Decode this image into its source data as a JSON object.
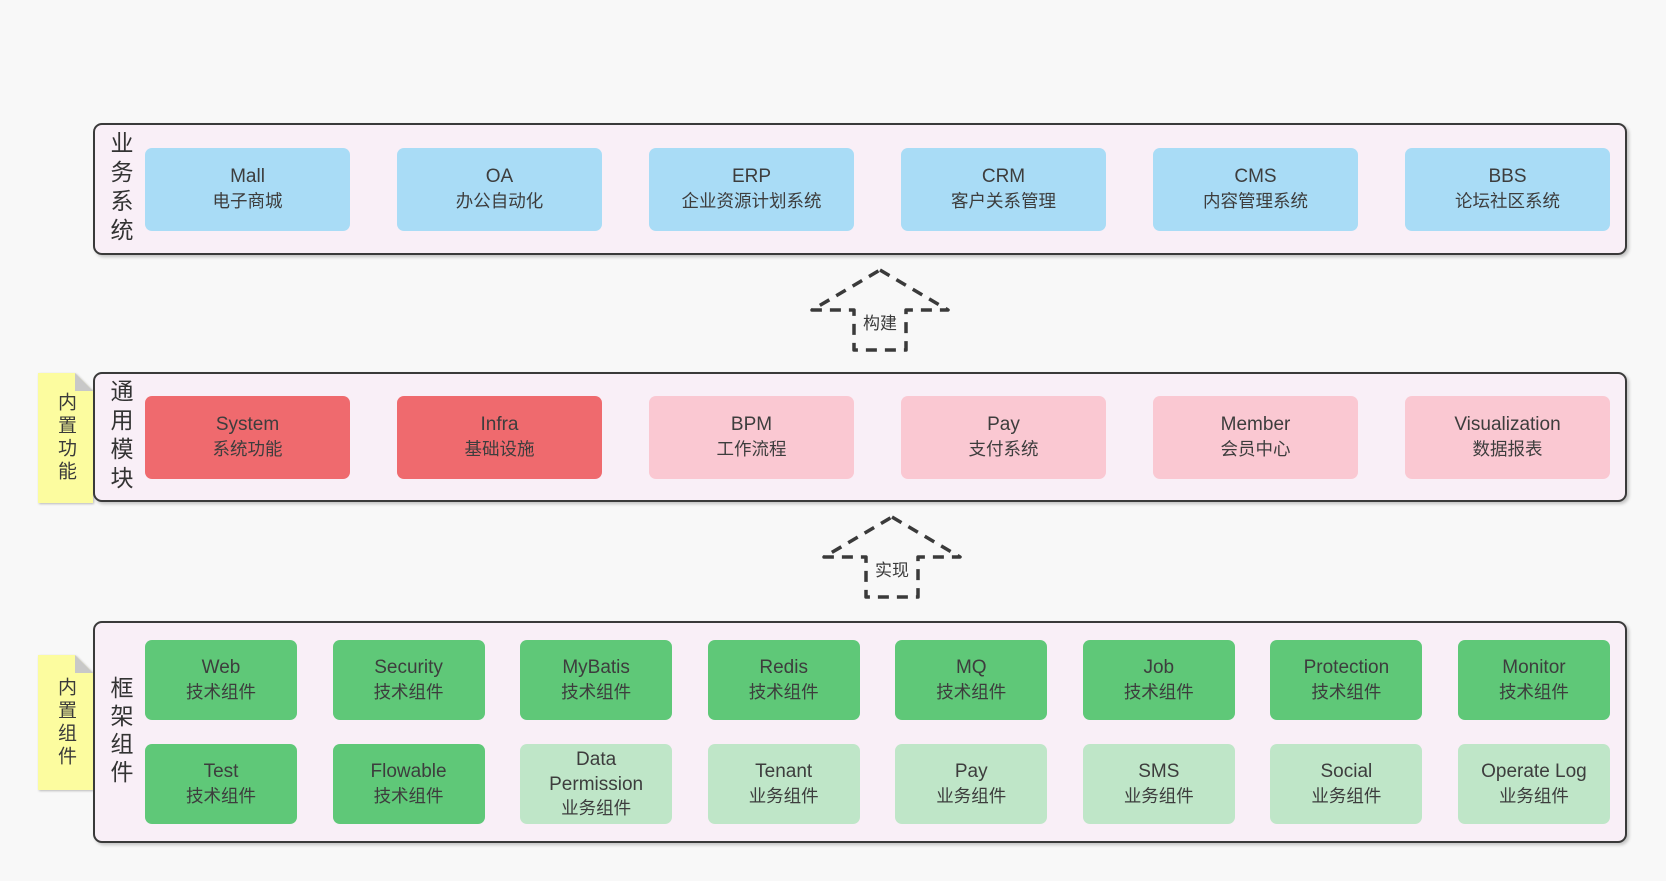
{
  "colors": {
    "page_bg": "#f8f8f8",
    "container_bg": "#f9eff7",
    "container_border": "#3a3a3a",
    "blue": "#a9dcf6",
    "red": "#ef6a6e",
    "pink": "#fac8d2",
    "green_dark": "#5fc878",
    "green_light": "#bfe6c8",
    "note_yellow": "#fcfc9f",
    "note_fold": "#c8c8c8",
    "text": "#3d3d3d"
  },
  "layers": {
    "business": {
      "label": "业务系统",
      "rows": [
        [
          {
            "title": "Mall",
            "subtitle": "电子商城",
            "variant": "blue"
          },
          {
            "title": "OA",
            "subtitle": "办公自动化",
            "variant": "blue"
          },
          {
            "title": "ERP",
            "subtitle": "企业资源计划系统",
            "variant": "blue"
          },
          {
            "title": "CRM",
            "subtitle": "客户关系管理",
            "variant": "blue"
          },
          {
            "title": "CMS",
            "subtitle": "内容管理系统",
            "variant": "blue"
          },
          {
            "title": "BBS",
            "subtitle": "论坛社区系统",
            "variant": "blue"
          }
        ]
      ]
    },
    "modules": {
      "label": "通用模块",
      "note": "内置功能",
      "rows": [
        [
          {
            "title": "System",
            "subtitle": "系统功能",
            "variant": "red"
          },
          {
            "title": "Infra",
            "subtitle": "基础设施",
            "variant": "red"
          },
          {
            "title": "BPM",
            "subtitle": "工作流程",
            "variant": "pink"
          },
          {
            "title": "Pay",
            "subtitle": "支付系统",
            "variant": "pink"
          },
          {
            "title": "Member",
            "subtitle": "会员中心",
            "variant": "pink"
          },
          {
            "title": "Visualization",
            "subtitle": "数据报表",
            "variant": "pink"
          }
        ]
      ]
    },
    "framework": {
      "label": "框架组件",
      "note": "内置组件",
      "rows": [
        [
          {
            "title": "Web",
            "subtitle": "技术组件",
            "variant": "green-dark"
          },
          {
            "title": "Security",
            "subtitle": "技术组件",
            "variant": "green-dark"
          },
          {
            "title": "MyBatis",
            "subtitle": "技术组件",
            "variant": "green-dark"
          },
          {
            "title": "Redis",
            "subtitle": "技术组件",
            "variant": "green-dark"
          },
          {
            "title": "MQ",
            "subtitle": "技术组件",
            "variant": "green-dark"
          },
          {
            "title": "Job",
            "subtitle": "技术组件",
            "variant": "green-dark"
          },
          {
            "title": "Protection",
            "subtitle": "技术组件",
            "variant": "green-dark"
          },
          {
            "title": "Monitor",
            "subtitle": "技术组件",
            "variant": "green-dark"
          }
        ],
        [
          {
            "title": "Test",
            "subtitle": "技术组件",
            "variant": "green-dark"
          },
          {
            "title": "Flowable",
            "subtitle": "技术组件",
            "variant": "green-dark"
          },
          {
            "title": "Data Permission",
            "subtitle": "业务组件",
            "variant": "green-light"
          },
          {
            "title": "Tenant",
            "subtitle": "业务组件",
            "variant": "green-light"
          },
          {
            "title": "Pay",
            "subtitle": "业务组件",
            "variant": "green-light"
          },
          {
            "title": "SMS",
            "subtitle": "业务组件",
            "variant": "green-light"
          },
          {
            "title": "Social",
            "subtitle": "业务组件",
            "variant": "green-light"
          },
          {
            "title": "Operate Log",
            "subtitle": "业务组件",
            "variant": "green-light"
          }
        ]
      ]
    }
  },
  "arrows": [
    {
      "label": "构建"
    },
    {
      "label": "实现"
    }
  ]
}
